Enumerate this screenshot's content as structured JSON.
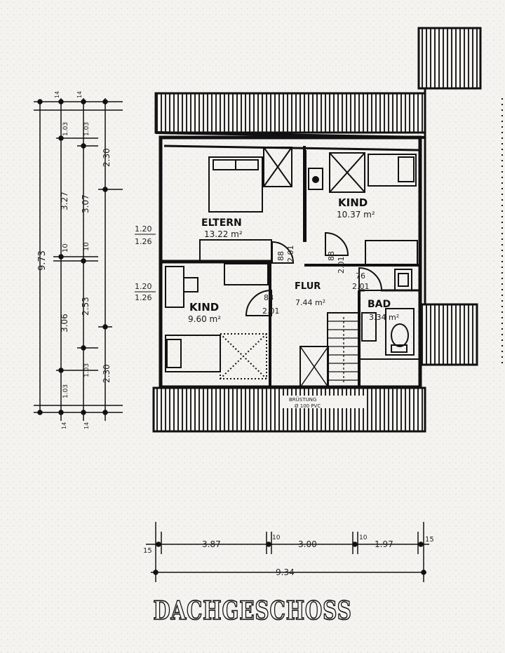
{
  "title": "DACHGESCHOSS",
  "rooms": {
    "eltern": {
      "name": "ELTERN",
      "area": "13.22 m²"
    },
    "kind_top": {
      "name": "KIND",
      "area": "10.37 m²"
    },
    "kind_left": {
      "name": "KIND",
      "area": "9.60 m²"
    },
    "flur": {
      "name": "FLUR",
      "area": "7.44 m²"
    },
    "bad": {
      "name": "BAD",
      "area": "3.34 m²"
    }
  },
  "doors": {
    "d1": {
      "width": "88",
      "height": "2.01"
    },
    "d2": {
      "width": "88",
      "height": "2.01"
    },
    "d3": {
      "width": "76",
      "height": "2.01"
    },
    "d4": {
      "width": "88",
      "height": "2.01"
    }
  },
  "windows": {
    "w1": {
      "width": "1.20",
      "height": "1.26"
    },
    "w2": {
      "width": "1.20",
      "height": "1.26"
    }
  },
  "note": {
    "line1": "BRÜSTUNG",
    "line2": "Ø 100 PVC"
  },
  "left_dims": {
    "total": "9.73",
    "seg_a": "3.27",
    "seg_b": "3.07",
    "seg_c": "2.30",
    "mid": "10",
    "seg_d": "3.06",
    "seg_e": "2.53",
    "seg_f": "2.30",
    "top_a": "1.03",
    "top_b": "1.03",
    "bot_a": "1.03",
    "bot_b": "1.03",
    "end_a": "14",
    "end_b": "14",
    "end_c": "14",
    "end_d": "14"
  },
  "bottom_dims": {
    "left_end": "15",
    "seg1": "3.87",
    "gap1": "10",
    "seg2": "3.00",
    "gap2": "10",
    "seg3": "1.97",
    "right_end": "15",
    "total": "9.34"
  }
}
